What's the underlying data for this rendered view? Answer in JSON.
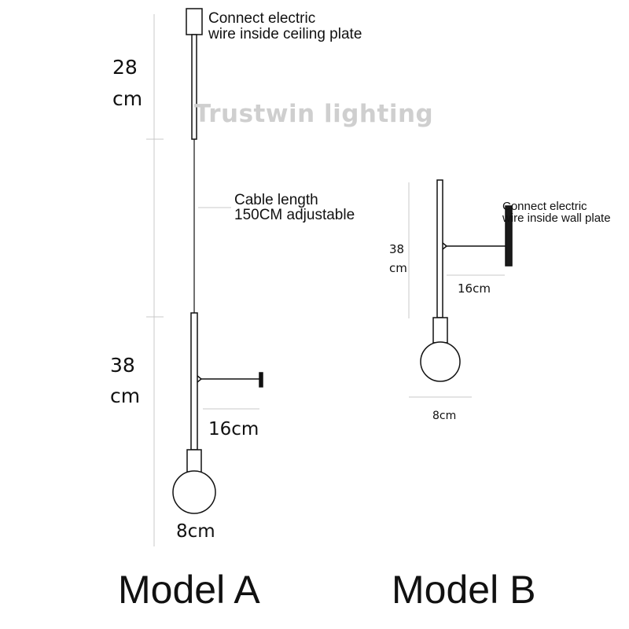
{
  "watermark": "Trustwin lighting",
  "model_a": {
    "label": "Model A",
    "ceiling_note_1": "Connect electric",
    "ceiling_note_2": "wire inside ceiling plate",
    "top_rod_1": "28",
    "top_rod_2": "cm",
    "cable_note_1": "Cable length",
    "cable_note_2": "150CM adjustable",
    "body_1": "38",
    "body_2": "cm",
    "arm": "16cm",
    "bulb": "8cm"
  },
  "model_b": {
    "label": "Model B",
    "wall_note_1": "Connect electric",
    "wall_note_2": "wire inside wall plate",
    "body_1": "38",
    "body_2": "cm",
    "arm": "16cm",
    "bulb": "8cm"
  },
  "colors": {
    "line": "#111111",
    "dim_line": "#c8c8c8",
    "wall_plate": "#1a1a1a",
    "watermark": "#cfcfcf"
  }
}
